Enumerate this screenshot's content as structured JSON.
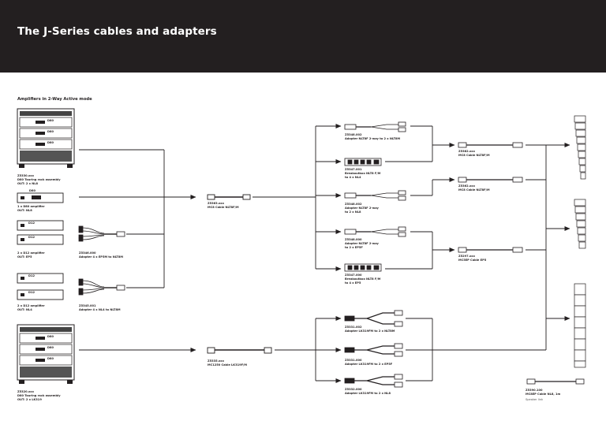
{
  "header": {
    "title": "The J-Series cables and adapters"
  },
  "section": {
    "title": "Amplifiers in 2-Way Active mode"
  },
  "colors": {
    "header_bg": "#231f20",
    "line": "#231f20",
    "device": "#3a3a3a"
  },
  "amps": {
    "rack1": {
      "code": "Z5330.xxx",
      "name": "D80 Touring rack assembly",
      "out": "OUT: 2 x NL8",
      "unit_label": "D80"
    },
    "d80": {
      "code": "",
      "name": "1 x D80 amplifier",
      "out": "OUT: NL8",
      "unit_label": "D80"
    },
    "d12a": {
      "name": "2 x D12 amplifier",
      "out": "OUT: EP5",
      "unit_label": "D12"
    },
    "d12b": {
      "name": "2 x D12 amplifier",
      "out": "OUT: NL4",
      "unit_label": "D12"
    },
    "rack2": {
      "code": "Z5320.xxx",
      "name": "D80 Touring rack assembly",
      "out": "OUT: 2 x LK319",
      "unit_label": "D80"
    }
  },
  "adapters_left": {
    "a1": {
      "code": "Z5346.000",
      "name": "Adapter 4 x EP5M to NLT8M"
    },
    "a2": {
      "code": "Z5345.001",
      "name": "Adapter 4 x NL4 to NLT8M"
    }
  },
  "cables_main": {
    "c1": {
      "code": "Z5363.xxx",
      "name": "MC8 Cable NLT8F/M"
    },
    "c2": {
      "code": "Z5335.xxx",
      "name": "MC1250 Cable LK319F/M"
    }
  },
  "splits": {
    "s1": {
      "code": "Z5348.002",
      "line2": "Adapter NLT8F 2-way to 2 x NLT8M"
    },
    "s2": {
      "code": "Z5347.001",
      "line2": "Breakoutbox NLT8 F/M",
      "line3": "to 4 x NL4"
    },
    "s3": {
      "code": "Z5348.002",
      "line2": "Adapter NLT8F 2-way",
      "line3": "to 2 x NL8"
    },
    "s4": {
      "code": "Z5348.000",
      "line2": "Adapter NLT8F 2-way",
      "line3": "to 2 x EP5F"
    },
    "s5": {
      "code": "Z5347.000",
      "line2": "Breakoutbox NLT8 F/M",
      "line3": "to 4 x EP5"
    },
    "s6": {
      "code": "Z5331.002",
      "line2": "Adapter LK319FM to 2 x NLT8M"
    },
    "s7": {
      "code": "Z5331.000",
      "line2": "Adapter LK319FM to 2 x EP5F"
    },
    "s8": {
      "code": "Z5332.000",
      "line2": "Adapter LK319FM to 2 x NL8"
    }
  },
  "cables_out": {
    "o1": {
      "code": "Z5382.xxx",
      "name": "MC8 Cable NLT8F/M"
    },
    "o2": {
      "code": "Z5362.xxx",
      "name": "MC8 Cable NLT8F/M"
    },
    "o3": {
      "code": "Z5297.xxx",
      "name": "MC5EP Cable EP5"
    },
    "o4": {
      "code": "Z5390.100",
      "name": "MC8EP Cable NL8, 1m",
      "note": "Speaker link"
    }
  }
}
